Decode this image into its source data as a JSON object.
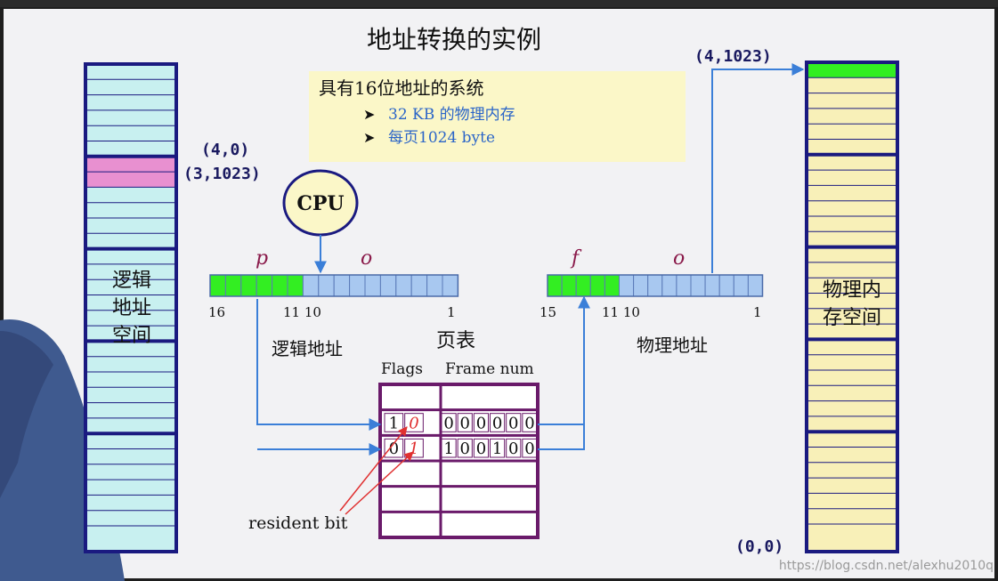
{
  "title": "地址转换的实例",
  "info_box": {
    "heading": "具有16位地址的系统",
    "bullets": [
      "32 KB 的物理内存",
      "每页1024 byte"
    ]
  },
  "cpu_label": "CPU",
  "logical_space": {
    "label_lines": [
      "逻辑",
      "地址",
      "空间"
    ],
    "addr_top": "(4,0)",
    "addr_bottom": "(3,1023)"
  },
  "physical_space": {
    "label_lines": [
      "物理内",
      "存空间"
    ],
    "addr_top": "(4,1023)",
    "addr_bottom": "(0,0)"
  },
  "logical_address": {
    "caption": "逻辑地址",
    "page_letter": "p",
    "offset_letter": "o",
    "tick_left": "16",
    "tick_mid": "11 10",
    "tick_right": "1"
  },
  "physical_address": {
    "caption": "物理地址",
    "frame_letter": "f",
    "offset_letter": "o",
    "tick_left": "15",
    "tick_mid": "11 10",
    "tick_right": "1"
  },
  "page_table": {
    "title": "页表",
    "col_flags": "Flags",
    "col_frame": "Frame num",
    "row1_bits": [
      "1",
      "0",
      "0",
      "0",
      "0",
      "0",
      "0",
      "0"
    ],
    "row2_bits": [
      "0",
      "1",
      "1",
      "0",
      "0",
      "1",
      "0",
      "0"
    ]
  },
  "resident_bit_label": "resident bit",
  "watermark": "https://blog.csdn.net/alexhu2010q",
  "colors": {
    "logical_fill": "#c8f0f0",
    "physical_fill": "#f8f0b8",
    "column_border": "#1a1a80",
    "highlight_pink": "#e890d0",
    "highlight_green": "#33ee22",
    "register_blue": "#a8c8f0",
    "arrow_blue": "#3b7fd8",
    "table_border": "#6a1a6a",
    "annotation_red": "#e03030",
    "info_bg": "#fbf7c8",
    "info_text_blue": "#2b65c8"
  }
}
